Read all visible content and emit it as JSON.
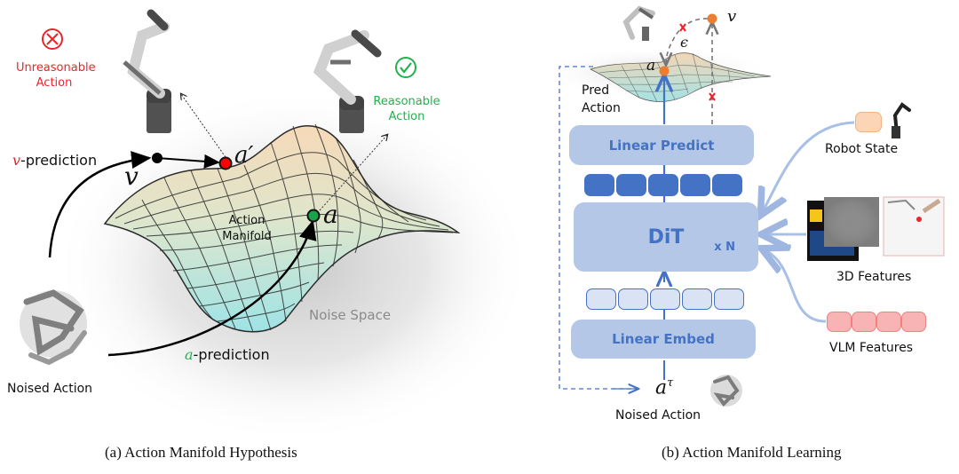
{
  "panel_a": {
    "caption": "(a) Action Manifold Hypothesis",
    "unreasonable": {
      "line1": "Unreasonable",
      "line2": "Action",
      "icon": "cross-circle-icon",
      "color": "#e8262b"
    },
    "reasonable": {
      "line1": "Reasonable",
      "line2": "Action",
      "icon": "check-circle-icon",
      "color": "#22b14c"
    },
    "v_prediction": {
      "symbol": "v",
      "suffix": "-prediction",
      "symbol_color": "#d9262b"
    },
    "a_prediction": {
      "symbol": "a",
      "suffix": "-prediction",
      "symbol_color": "#22b14c"
    },
    "v_label": "v",
    "a_prime_label": "a′",
    "a_label": "a",
    "manifold_label_1": "Action",
    "manifold_label_2": "Manifold",
    "noise_space_label": "Noise Space",
    "noised_action_label": "Noised Action",
    "colors": {
      "red_point": "#ff0000",
      "green_point": "#16a34a",
      "manifold_top": "#f6d9b8",
      "manifold_bottom": "#9fe3e6"
    }
  },
  "panel_b": {
    "caption": "(b) Action Manifold Learning",
    "pred_action_1": "Pred",
    "pred_action_2": "Action",
    "a_label": "a",
    "v_label": "v",
    "epsilon_label": "ϵ",
    "cross_mark": "x",
    "linear_predict": "Linear Predict",
    "dit": "DiT",
    "dit_repeat": "x N",
    "linear_embed": "Linear Embed",
    "a_tau_base": "a",
    "a_tau_sup": "τ",
    "noised_action_label": "Noised Action",
    "robot_state_label": "Robot State",
    "features_3d_label": "3D Features",
    "vlm_features_label": "VLM Features",
    "colors": {
      "box_fill": "#b4c7e7",
      "box_text": "#4472c4",
      "token_dark": "#4472c4",
      "token_light": "#dae3f3",
      "vlm_token": "#f8b4b4",
      "state_token": "#fbd5b5",
      "orange_point": "#ed7d31",
      "cross": "#e8262b"
    }
  }
}
